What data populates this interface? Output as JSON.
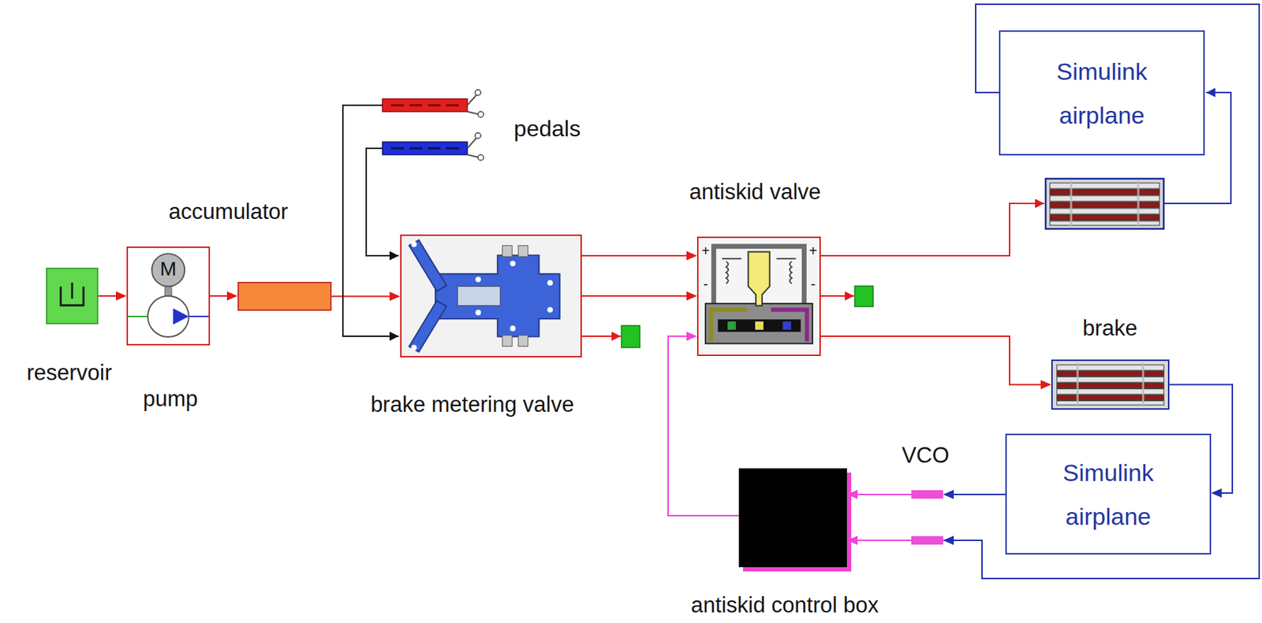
{
  "diagram": {
    "nodes": [
      {
        "text": [
          "reservoir"
        ]
      },
      {
        "text": [
          "pump"
        ]
      },
      {
        "text": [
          "accumulator"
        ]
      },
      {
        "text": [
          "brake metering valve"
        ]
      },
      {
        "text": [
          "antiskid valve"
        ]
      },
      {
        "text": [
          "Simulink airplane"
        ]
      },
      {
        "text": [
          "brake"
        ]
      },
      {
        "text": [
          "VCO"
        ]
      },
      {
        "text": [
          "Simulink airplane"
        ]
      },
      {
        "text": [
          "antiskid control box"
        ]
      }
    ],
    "edges": [
      {
        "from": 0,
        "to": 1,
        "arrow": "to"
      },
      {
        "from": 1,
        "to": 2,
        "arrow": "to"
      },
      {
        "from": 2,
        "to": 3,
        "arrow": "to"
      },
      {
        "from": 3,
        "to": 4,
        "arrow": "to"
      },
      {
        "from": 3,
        "to": 4,
        "arrow": "to"
      },
      {
        "from": 4,
        "to": 6,
        "arrow": "to"
      },
      {
        "from": 6,
        "to": 8,
        "arrow": "to"
      },
      {
        "from": 8,
        "to": 7,
        "arrow": "to"
      },
      {
        "from": 7,
        "to": 9,
        "arrow": "to"
      },
      {
        "from": 5,
        "to": 9,
        "arrow": "to"
      },
      {
        "from": 9,
        "to": 4,
        "arrow": "to"
      }
    ],
    "labels": [
      "pedals",
      "M",
      "+",
      "+",
      "-",
      "-"
    ]
  }
}
